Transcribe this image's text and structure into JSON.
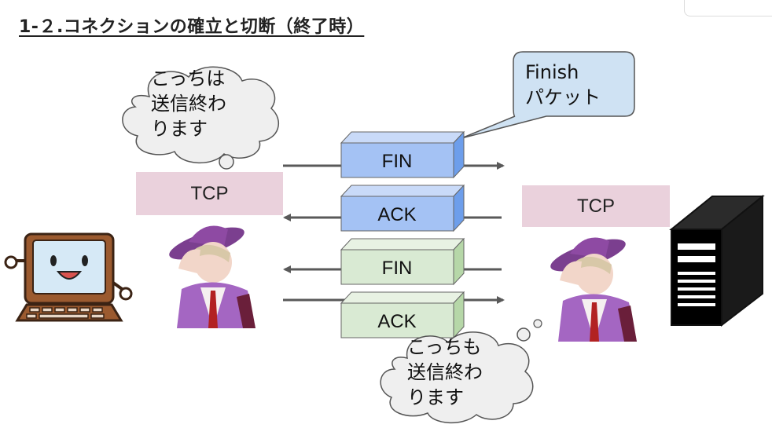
{
  "title": "1-２.コネクションの確立と切断（終了時）",
  "left_thought": {
    "lines": [
      "こっちは",
      "送信終わ",
      "ります"
    ]
  },
  "right_thought": {
    "lines": [
      "こっちも",
      "送信終わ",
      "ります"
    ]
  },
  "callout": {
    "lines": [
      "Finish",
      "パケット"
    ]
  },
  "left_tcp_label": "TCP",
  "right_tcp_label": "TCP",
  "packets": [
    {
      "label": "FIN",
      "direction": "right",
      "color": "#a4c2f4"
    },
    {
      "label": "ACK",
      "direction": "left",
      "color": "#a4c2f4"
    },
    {
      "label": "FIN",
      "direction": "left",
      "color": "#d9ead3"
    },
    {
      "label": "ACK",
      "direction": "right",
      "color": "#d9ead3"
    }
  ]
}
